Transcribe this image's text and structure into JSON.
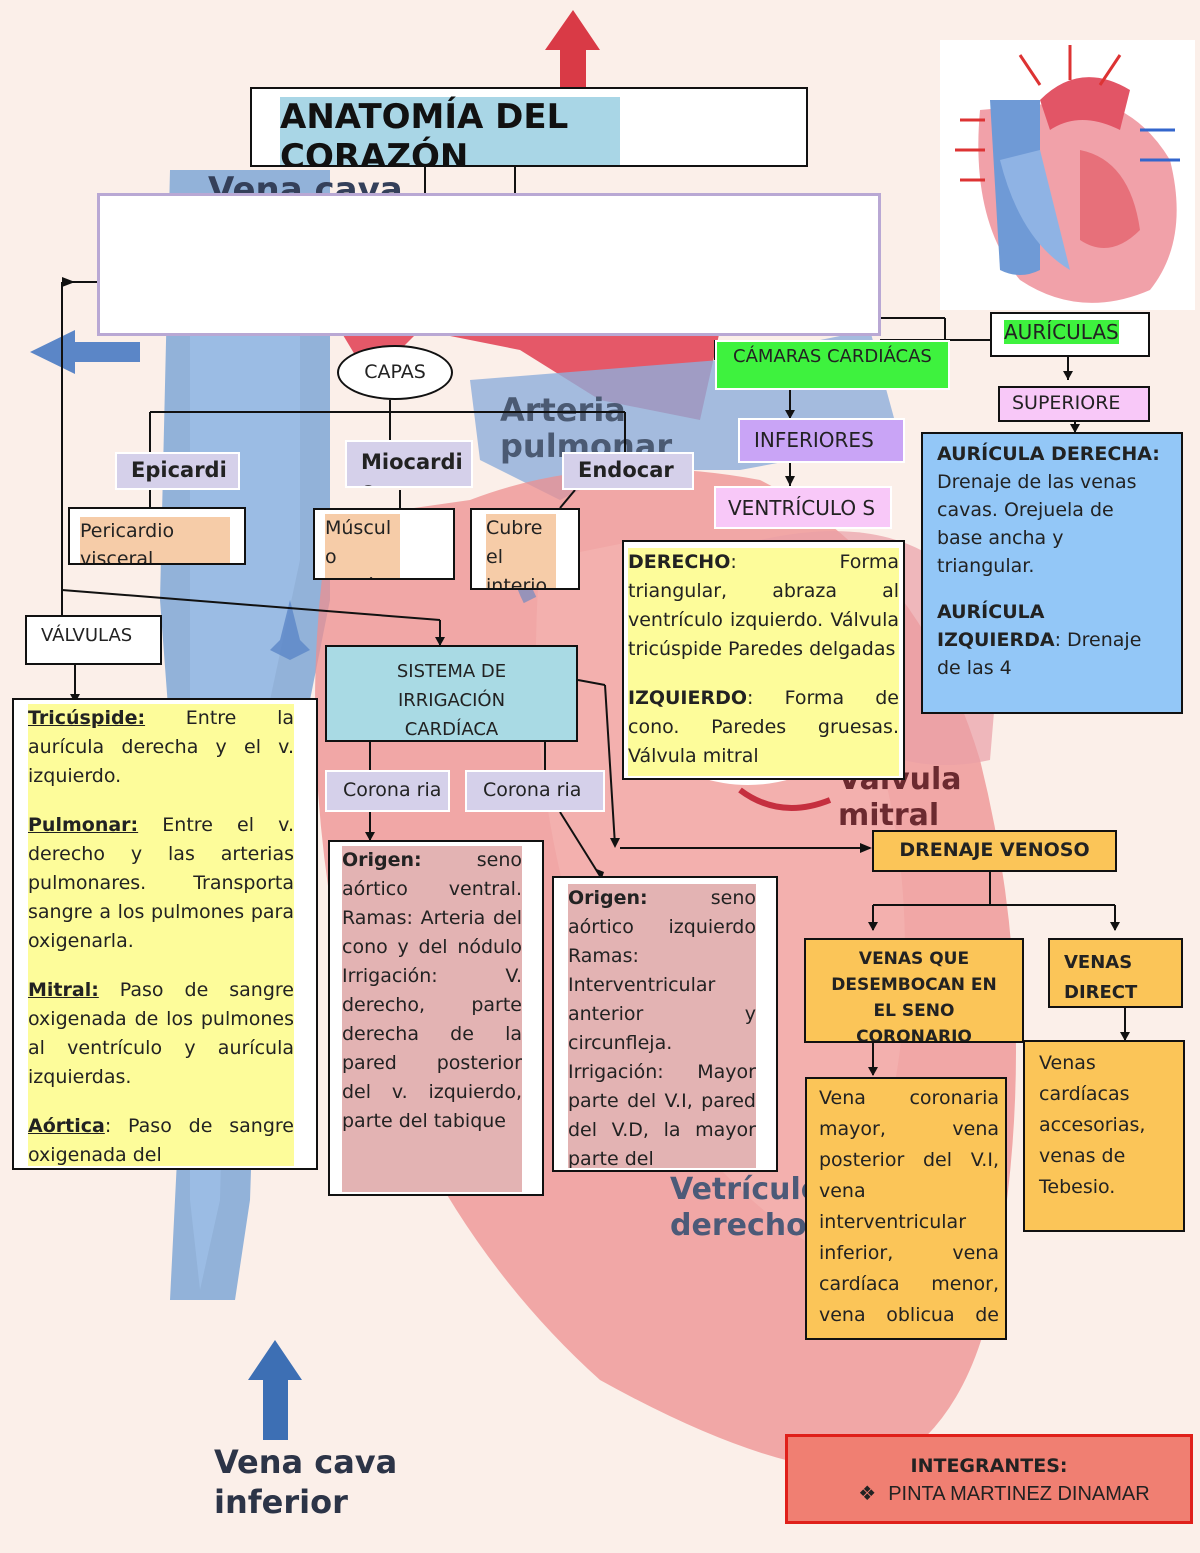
{
  "title": "ANATOMÍA DEL CORAZÓN",
  "background_labels": {
    "vena_cava_sup": "Vena cava",
    "arteria_pulmonar": "Arteria pulmonar",
    "valvula_mitral": "Válvula mitral",
    "ventriculo_derecho": "Vetrículo derecho",
    "vena_cava_inf": "Vena cava inferior"
  },
  "capas": {
    "label": "CAPAS",
    "epicardio": {
      "label": "Epicardi",
      "desc": "Pericardio visceral"
    },
    "miocardio": {
      "label": "Miocardi o",
      "desc": "Múscul o cardíac"
    },
    "endocardio": {
      "label": "Endocar",
      "desc": "Cubre el interio"
    }
  },
  "camaras": {
    "label": "CÁMARAS CARDIÁCAS",
    "auriculas": "AURÍCULAS",
    "superiores": "SUPERIORE",
    "inferiores": "INFERIORES",
    "ventriculos": "VENTRÍCULO S",
    "auricula_derecha_title": "AURÍCULA DERECHA:",
    "auricula_derecha_text": "Drenaje de las venas cavas. Orejuela de base ancha y triangular.",
    "auricula_izquierda_title": "AURÍCULA IZQUIERDA",
    "auricula_izquierda_text": ": Drenaje de las 4",
    "derecho_title": "DERECHO",
    "derecho_text": ": Forma triangular, abraza al ventrículo izquierdo. Válvula tricúspide Paredes delgadas",
    "izquierdo_title": "IZQUIERDO",
    "izquierdo_text": ": Forma de cono. Paredes gruesas. Válvula mitral"
  },
  "valvulas": {
    "label": "VÁLVULAS",
    "tricuspide_title": "Tricúspide:",
    "tricuspide_text": " Entre la aurícula derecha y el v. izquierdo.",
    "pulmonar_title": "Pulmonar:",
    "pulmonar_text": " Entre el v. derecho y las arterias pulmonares. Transporta sangre a los pulmones para oxigenarla.",
    "mitral_title": "Mitral:",
    "mitral_text": " Paso de sangre oxigenada de los pulmones al ventrículo y aurícula izquierdas.",
    "aortica_title": "Aórtica",
    "aortica_text": ": Paso de sangre oxigenada del"
  },
  "irrigacion": {
    "label": "SISTEMA DE IRRIGACIÓN CARDÍACA",
    "coronaria_der": "Corona ria",
    "coronaria_izq": "Corona ria",
    "der_origen_title": "Origen:",
    "der_origen_text": " seno aórtico ventral. Ramas: Arteria del cono y del nódulo Irrigación: V. derecho, parte derecha de la pared posterior del v. izquierdo, parte del tabique",
    "izq_origen_title": "Origen:",
    "izq_origen_text": " seno aórtico izquierdo Ramas: Interventricular anterior y circunfleja. Irrigación: Mayor parte del V.I, pared del V.D, la mayor parte del"
  },
  "drenaje": {
    "label": "DRENAJE VENOSO",
    "seno_label": "VENAS QUE DESEMBOCAN EN EL SENO CORONARIO",
    "directas_label": "VENAS DIRECT",
    "seno_text": "Vena coronaria mayor, vena posterior del V.I, vena interventricular inferior, vena cardíaca menor, vena oblicua de A.I",
    "directas_text": "Venas cardíacas accesorias, venas de Tebesio."
  },
  "integrantes": {
    "title": "INTEGRANTES:",
    "member": "PINTA MARTINEZ DINAMAR"
  },
  "colors": {
    "green": "#3ef23e",
    "purple": "#c9a4f6",
    "pink": "#f8c8f8",
    "blue": "#93c7f7",
    "yellow": "#fdfc9a",
    "peach": "#f6cca8",
    "rose": "#e3b3b3",
    "orange": "#fbc558",
    "lightblue": "#a9dae4",
    "lavender": "#d5d0ea",
    "red": "#f07f72"
  }
}
